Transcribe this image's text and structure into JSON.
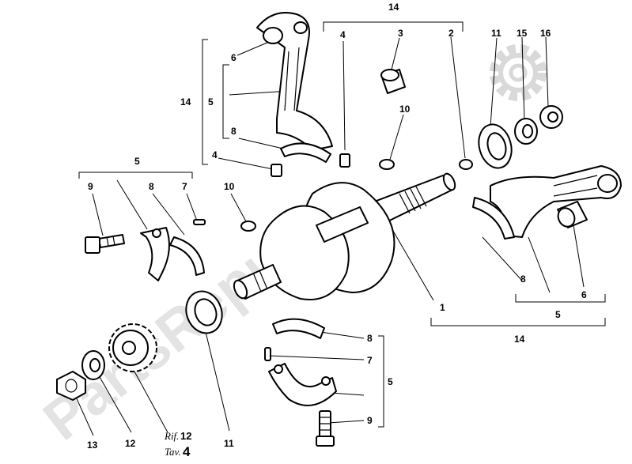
{
  "watermark": {
    "text": "PartsRepublik",
    "color": "#d9d9d9"
  },
  "callouts": {
    "c14_top": "14",
    "c4_top": "4",
    "c3": "3",
    "c2": "2",
    "c11_top": "11",
    "c15": "15",
    "c16": "16",
    "c6_top": "6",
    "c14_left": "14",
    "c5_left": "5",
    "c8_top": "8",
    "c4_mid": "4",
    "c10_mid": "10",
    "c5_group": "5",
    "c9_left": "9",
    "c8_left": "8",
    "c7_left": "7",
    "c10_left": "10",
    "c1": "1",
    "c8_right": "8",
    "c6_right": "6",
    "c5_right": "5",
    "c14_right": "14",
    "c8_bottom": "8",
    "c7_bottom": "7",
    "c5_bottom": "5",
    "c9_bottom": "9",
    "c13": "13",
    "c12": "12",
    "c11_bottom": "11"
  },
  "reference": {
    "rif_label": "Rif.",
    "rif_value": "12",
    "tav_label": "Tav.",
    "tav_value": "4"
  }
}
